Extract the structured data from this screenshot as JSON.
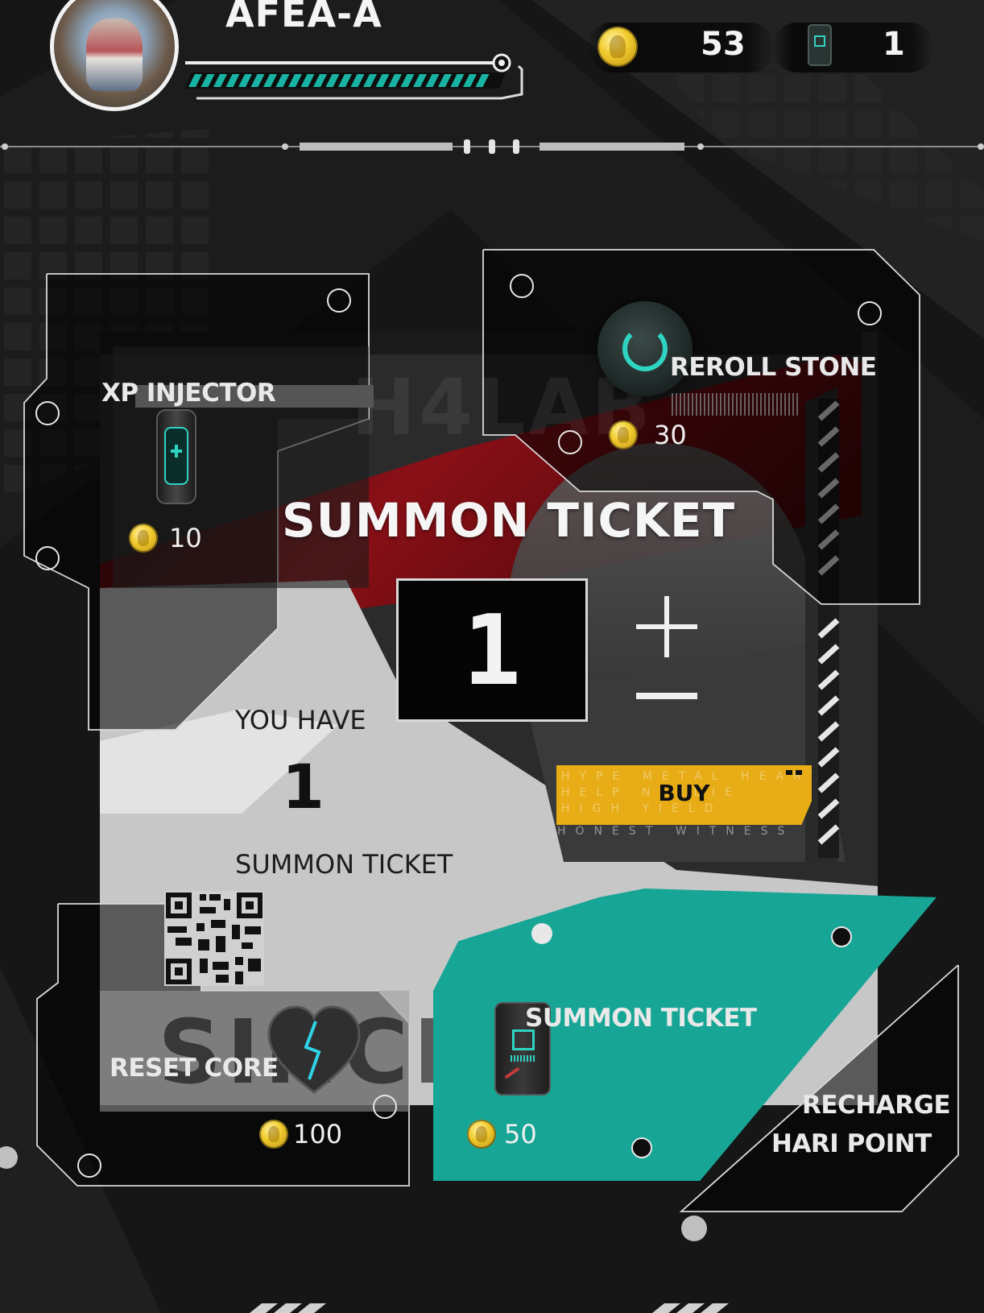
{
  "header": {
    "player_name": "AFEA-A",
    "xp_progress": 0.95,
    "coins": "53",
    "tickets": "1"
  },
  "shop": {
    "xp_injector": {
      "label": "XP INJECTOR",
      "price": "10"
    },
    "reroll_stone": {
      "label": "REROLL STONE",
      "price": "30"
    },
    "reset_core": {
      "label": "RESET CORE",
      "price": "100"
    },
    "summon_ticket": {
      "label": "SUMMON TICKET",
      "price": "50"
    },
    "recharge": {
      "line1": "RECHARGE",
      "line2": "HARI POINT"
    }
  },
  "detail": {
    "title": "SUMMON TICKET",
    "quantity": "1",
    "plus": "+",
    "minus": "−",
    "you_have_label": "YOU HAVE",
    "owned": "1",
    "owned_unit": "SUMMON TICKET",
    "buy_label": "BUY",
    "buy_sub1": "HYPE METAL HEART",
    "buy_sub2": "HELP NEEDIE",
    "buy_sub3": "HIGH YIELD",
    "buy_sub4": "HONEST WITNESS",
    "watermark": "H4LAB",
    "since": "SINCE"
  },
  "colors": {
    "accent_teal": "#17a596",
    "buy_yellow": "#e8ad16",
    "panel_red": "#6e0d12",
    "background": "#151515"
  }
}
